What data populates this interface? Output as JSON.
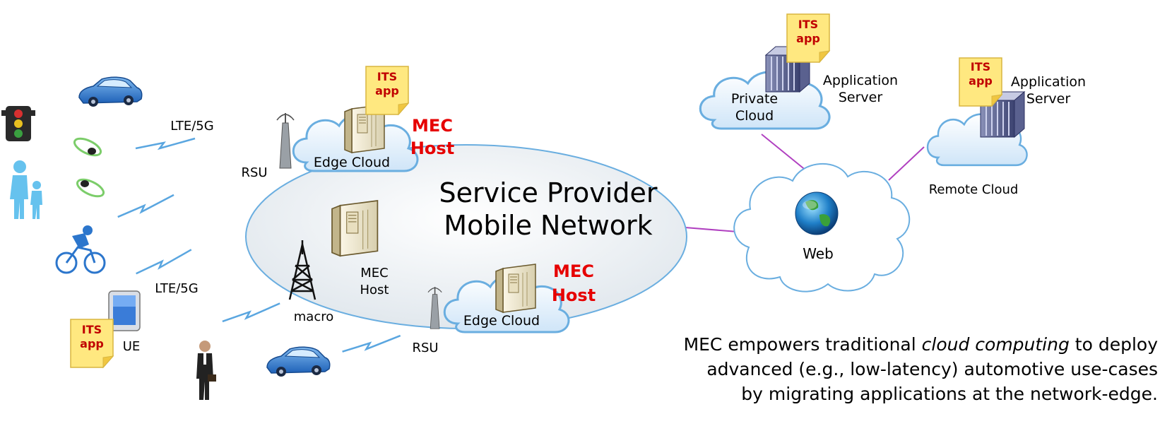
{
  "network": {
    "line1": "Service Provider",
    "line2": "Mobile Network"
  },
  "labels": {
    "lte_top": "LTE/5G",
    "lte_bottom": "LTE/5G",
    "rsu_top": "RSU",
    "rsu_bottom": "RSU",
    "edge_cloud_top": "Edge Cloud",
    "edge_cloud_bottom": "Edge Cloud",
    "mec_host_top_1": "MEC",
    "mec_host_top_2": "Host",
    "mec_host_bottom_1": "MEC",
    "mec_host_bottom_2": "Host",
    "mec_host_center_1": "MEC",
    "mec_host_center_2": "Host",
    "macro": "macro",
    "ue": "UE",
    "web": "Web",
    "private_cloud_1": "Private",
    "private_cloud_2": "Cloud",
    "app_server_left_1": "Application",
    "app_server_left_2": "Server",
    "app_server_right_1": "Application",
    "app_server_right_2": "Server",
    "remote_cloud": "Remote Cloud"
  },
  "its_note": {
    "line1": "ITS",
    "line2": "app"
  },
  "caption": {
    "part1": "MEC empowers traditional ",
    "emph": "cloud computing",
    "part2": " to deploy",
    "line2": "advanced (e.g., low-latency) automotive use-cases",
    "line3": "by migrating applications at the network-edge."
  },
  "colors": {
    "cloud_fill": "#eaf3fb",
    "cloud_stroke": "#6aaee0",
    "link": "#b040c0",
    "wireless": "#5aa6e0",
    "mec_host": "#e60000",
    "its_note": "#ffe880",
    "its_text": "#c00000",
    "car": "#2f7fd6",
    "pedestrian": "#66c2ee"
  },
  "icons": [
    "traffic-light-icon",
    "car-icon",
    "pedestrian-icon",
    "cyclist-icon",
    "tablet-icon",
    "businessman-icon",
    "tower-icon",
    "server-icon",
    "rack-server-icon",
    "globe-icon",
    "sensor-icon"
  ]
}
